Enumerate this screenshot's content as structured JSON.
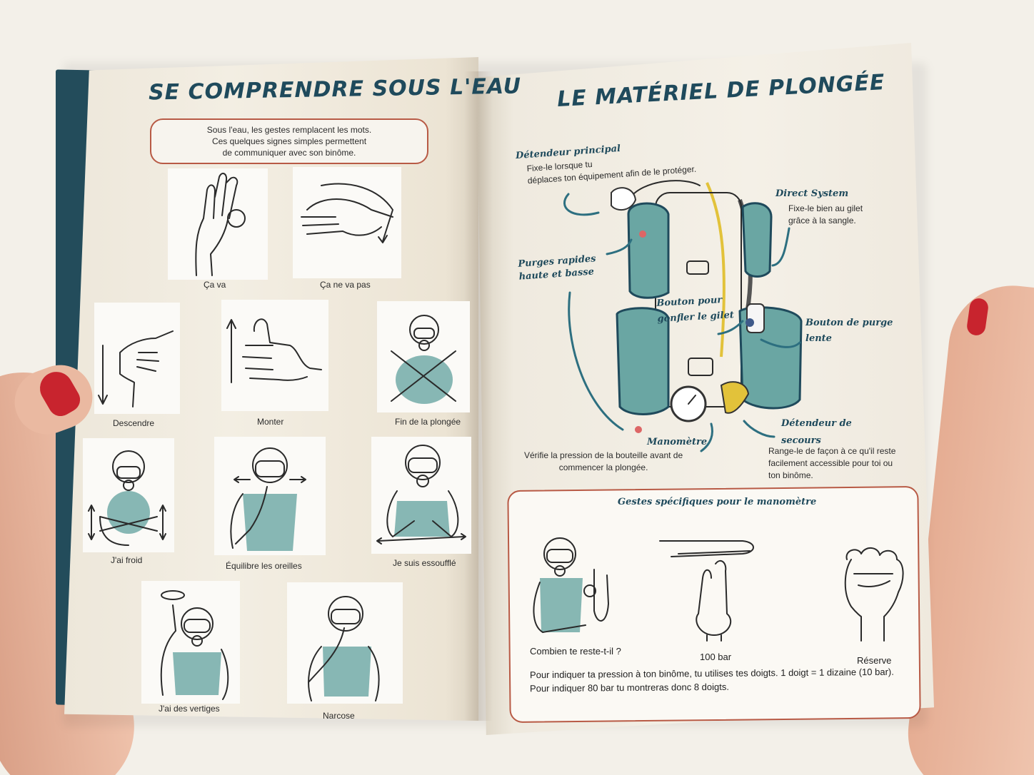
{
  "left_page": {
    "title": "SE COMPRENDRE SOUS L'EAU",
    "intro": {
      "line1": "Sous l'eau, les gestes remplacent les mots.",
      "line2": "Ces quelques signes simples permettent",
      "line3": "de communiquer avec son binôme."
    },
    "signs": [
      {
        "caption": "Ça va",
        "icon": "ok-hand-icon"
      },
      {
        "caption": "Ça ne va pas",
        "icon": "wavering-hand-icon"
      },
      {
        "caption": "Descendre",
        "icon": "thumb-down-icon"
      },
      {
        "caption": "Monter",
        "icon": "thumb-up-icon"
      },
      {
        "caption": "Fin de la plongée",
        "icon": "crossed-arms-diver-icon"
      },
      {
        "caption": "J'ai froid",
        "icon": "cold-diver-icon"
      },
      {
        "caption": "Équilibre les oreilles",
        "icon": "equalize-diver-icon"
      },
      {
        "caption": "Je suis essoufflé",
        "icon": "breathless-diver-icon"
      },
      {
        "caption": "J'ai des vertiges",
        "icon": "dizzy-diver-icon"
      },
      {
        "caption": "Narcose",
        "icon": "narcosis-diver-icon"
      }
    ]
  },
  "right_page": {
    "title": "LE MATÉRIEL DE PLONGÉE",
    "annotations": {
      "regulator": {
        "title": "Détendeur principal",
        "line1": "Fixe-le lorsque tu",
        "line2": "déplaces ton équipement afin de le protéger."
      },
      "direct_system": {
        "title": "Direct System",
        "line1": "Fixe-le bien au gilet",
        "line2": "grâce à la sangle."
      },
      "purges": {
        "title_line1": "Purges rapides",
        "title_line2": "haute et basse"
      },
      "inflate": {
        "title_line1": "Bouton pour",
        "title_line2": "gonfler le gilet"
      },
      "slow_purge": {
        "title_line1": "Bouton de purge",
        "title_line2": "lente"
      },
      "octopus": {
        "title_line1": "Détendeur de",
        "title_line2": "secours",
        "line1": "Range-le de façon à ce qu'il reste",
        "line2": "facilement accessible pour toi ou",
        "line3": "ton binôme."
      },
      "gauge": {
        "title": "Manomètre",
        "line1": "Vérifie la pression de la bouteille avant de",
        "line2": "commencer la plongée."
      }
    },
    "gauge_gestures": {
      "title": "Gestes spécifiques pour le manomètre",
      "items": [
        {
          "caption": "Combien te reste-t-il ?",
          "icon": "diver-pointing-gauge-icon"
        },
        {
          "caption": "100 bar",
          "icon": "hand-over-hand-icon"
        },
        {
          "caption": "Réserve",
          "icon": "fist-icon"
        }
      ],
      "explanation_line1": "Pour indiquer ta pression à ton binôme, tu utilises tes doigts. 1 doigt = 1 dizaine (10 bar).",
      "explanation_line2": "Pour indiquer 80 bar tu montreras donc 8 doigts."
    }
  },
  "colors": {
    "title": "#1f4a5c",
    "accent_border": "#b85a45",
    "teal_wash": "#6aa6a3",
    "hose_yellow": "#e2c23a",
    "nail_polish": "#c8242e"
  }
}
